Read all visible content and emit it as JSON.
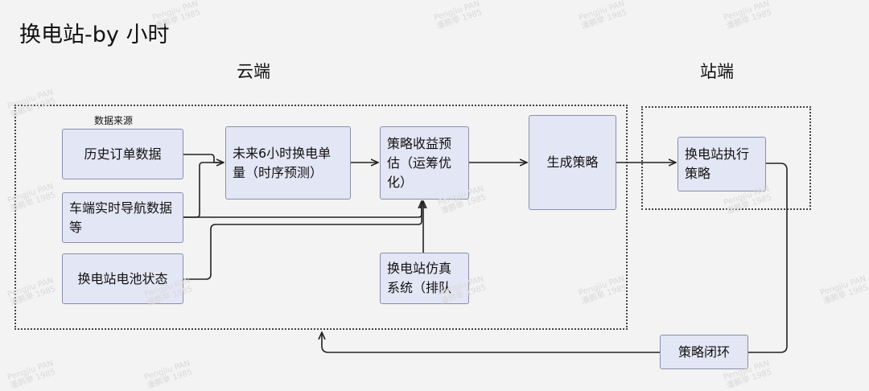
{
  "title": "换电站-by 小时",
  "regions": {
    "cloud": "云端",
    "station": "站端"
  },
  "data_source_label": "数据来源",
  "nodes": {
    "history": "历史订单数据",
    "navigation": "车端实时导航数据等",
    "battery": "换电站电池状态",
    "forecast": "未来6小时换电单量（时序预测）",
    "revenue": "策略收益预估（运筹优化）",
    "simulation": "换电站仿真系统（排队",
    "generate": "生成策略",
    "execute": "换电站执行策略",
    "loop": "策略闭环"
  },
  "watermark": {
    "line1": "Pengjiu PAN",
    "line2": "潘鹏举 1985"
  }
}
